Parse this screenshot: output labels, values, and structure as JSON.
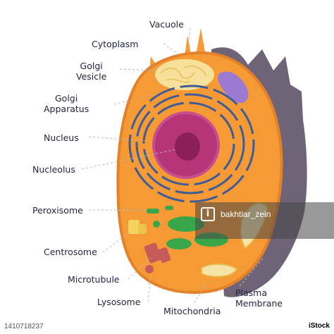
{
  "labels": {
    "vacuole": "Vacuole",
    "cytoplasm": "Cytoplasm",
    "golgi_vesicle": "Golgi\nVesicle",
    "golgi_apparatus": "Golgi\nApparatus",
    "nucleus": "Nucleus",
    "nucleolus": "Nucleolus",
    "peroxisome": "Peroxisome",
    "centrosome": "Centrosome",
    "microtubule": "Microtubule",
    "lysosome": "Lysosome",
    "mitochondria": "Mitochondria",
    "plasma_membrane": "Plasma\nMembrane"
  },
  "watermark": {
    "author": "bakhtiar_zein"
  },
  "stock": {
    "id": "1410718237",
    "brand": "iStock"
  },
  "colors": {
    "cell_body": "#f59a35",
    "shadow": "#6f6378",
    "nucleus": "#b5347a",
    "nucleolus": "#8a1f5c",
    "er": "#3f5c96",
    "golgi": "#f7e19a",
    "vacuole": "#9b7ad1",
    "mitochondria": "#f6e3a6",
    "chloro_like": "#3aa64a",
    "lysosome": "#c45a5a",
    "label_text": "#1f2340",
    "leader": "#b9b9b9"
  }
}
